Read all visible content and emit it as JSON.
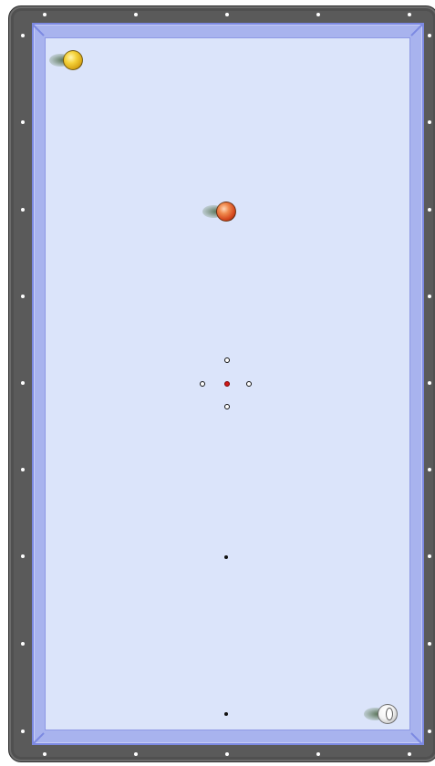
{
  "table": {
    "frame_color": "#5a5a5a",
    "rail_color": "#a8b3ee",
    "cloth_color": "#dbe4fa",
    "diamond_color": "#ffffff"
  },
  "balls": [
    {
      "id": "yellow",
      "color": "#f5d23a",
      "icon": "yellow-ball"
    },
    {
      "id": "red",
      "color": "#d5481e",
      "icon": "red-ball"
    },
    {
      "id": "white",
      "color": "#f4f4f4",
      "icon": "cue-ball"
    }
  ],
  "spots": {
    "center": {
      "color": "#d01818",
      "icon": "center-spot-marker"
    },
    "ring_markers": 4,
    "black_spots": 2
  }
}
